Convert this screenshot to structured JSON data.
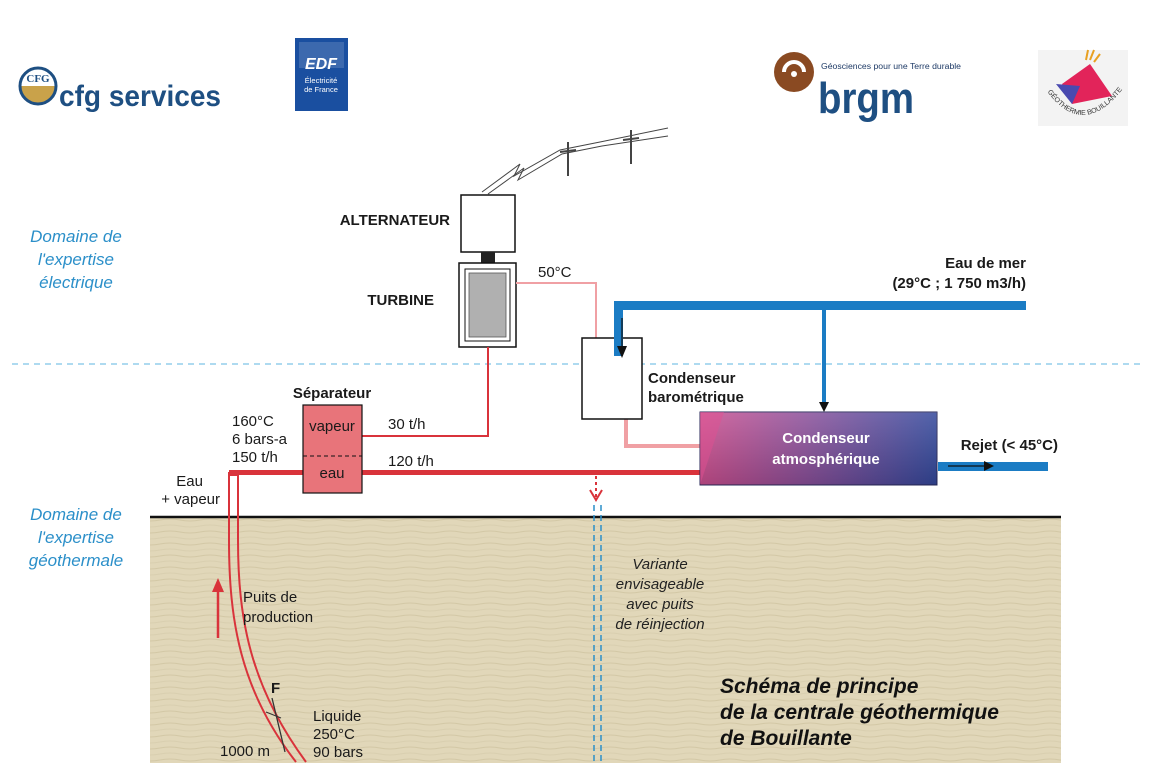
{
  "logos": {
    "cfg": {
      "emblem": "CFG",
      "text": "cfg services"
    },
    "edf": {
      "main": "EDF",
      "sub1": "Électricité",
      "sub2": "de France"
    },
    "brgm": {
      "tagline": "Géosciences pour une Terre durable",
      "text": "brgm"
    },
    "bouillante": {
      "text": "GÉOTHERMIE BOUILLANTE"
    }
  },
  "domains": {
    "electrical": [
      "Domaine de",
      "l'expertise",
      "électrique"
    ],
    "geothermal": [
      "Domaine de",
      "l'expertise",
      "géothermale"
    ]
  },
  "components": {
    "alternator": "ALTERNATEUR",
    "turbine": "TURBINE",
    "separator": "Séparateur",
    "separator_vapour": "vapeur",
    "separator_water": "eau",
    "barometric_condenser": [
      "Condenseur",
      "barométrique"
    ],
    "atmospheric_condenser": [
      "Condenseur",
      "atmosphérique"
    ]
  },
  "flows": {
    "temp_50": "50°C",
    "steam_rate": "30 t/h",
    "water_rate": "120 t/h",
    "sep_conditions": [
      "160°C",
      "6 bars-a",
      "150 t/h"
    ],
    "well_output": [
      "Eau",
      "+ vapeur"
    ],
    "seawater": [
      "Eau de mer",
      "(29°C ; 1 750 m3/h)"
    ],
    "reject": "Rejet (< 45°C)"
  },
  "underground": {
    "production_well": [
      "Puits de",
      "production"
    ],
    "fault": "F",
    "depth": "1000 m",
    "reservoir": [
      "Liquide",
      "250°C",
      "90 bars"
    ],
    "variant": [
      "Variante",
      "envisageable",
      "avec puits",
      "de réinjection"
    ],
    "title": [
      "Schéma de principe",
      "de la centrale géothermique",
      "de Bouillante"
    ]
  },
  "colors": {
    "domain_text": "#2b8fc9",
    "seawater": "#1b7cc4",
    "geothermal_fluid": "#d9333b",
    "steam_light": "#f0a0a4",
    "ground": "#e1d7b9",
    "separator_fill": "#e8747a"
  }
}
